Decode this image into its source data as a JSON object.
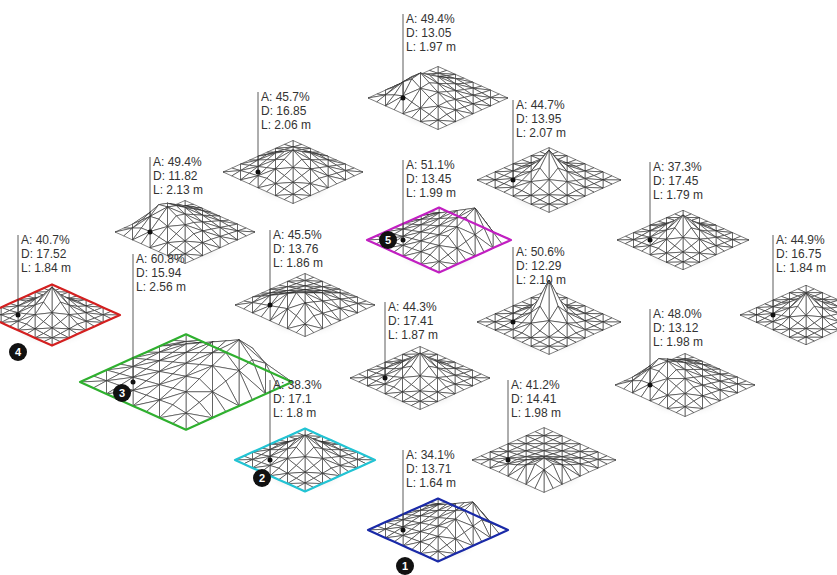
{
  "diagram": {
    "labels": [
      "A: 49.4%",
      "D: 13.05",
      "L: 1.97 m",
      "A: 45.7%",
      "D: 16.85",
      "L: 2.06 m",
      "A: 44.7%",
      "D: 13.95",
      "L: 2.07 m",
      "A: 49.4%",
      "D: 11.82",
      "L: 2.13 m",
      "A: 51.1%",
      "D: 13.45",
      "L: 1.99 m",
      "A: 37.3%",
      "D: 17.45",
      "L: 1.79 m",
      "A: 45.5%",
      "D: 13.76",
      "L: 1.86 m",
      "A: 50.6%",
      "D: 12.29",
      "L: 2.10 m",
      "A: 40.7%",
      "D: 17.52",
      "L: 1.84 m",
      "A: 60.8%",
      "D: 15.94",
      "L: 2.56 m",
      "A: 44.9%",
      "D: 16.75",
      "L: 1.84 m",
      "A: 44.3%",
      "D: 17.41",
      "L: 1.87 m",
      "A: 48.0%",
      "D: 13.12",
      "L: 1.98 m",
      "A: 38.3%",
      "D: 17.1",
      "L: 1.8 m",
      "A: 41.2%",
      "D: 14.41",
      "L: 1.98 m",
      "A: 34.1%",
      "D: 13.71",
      "L: 1.64 m",
      "1",
      "2",
      "3",
      "4",
      "5"
    ]
  }
}
